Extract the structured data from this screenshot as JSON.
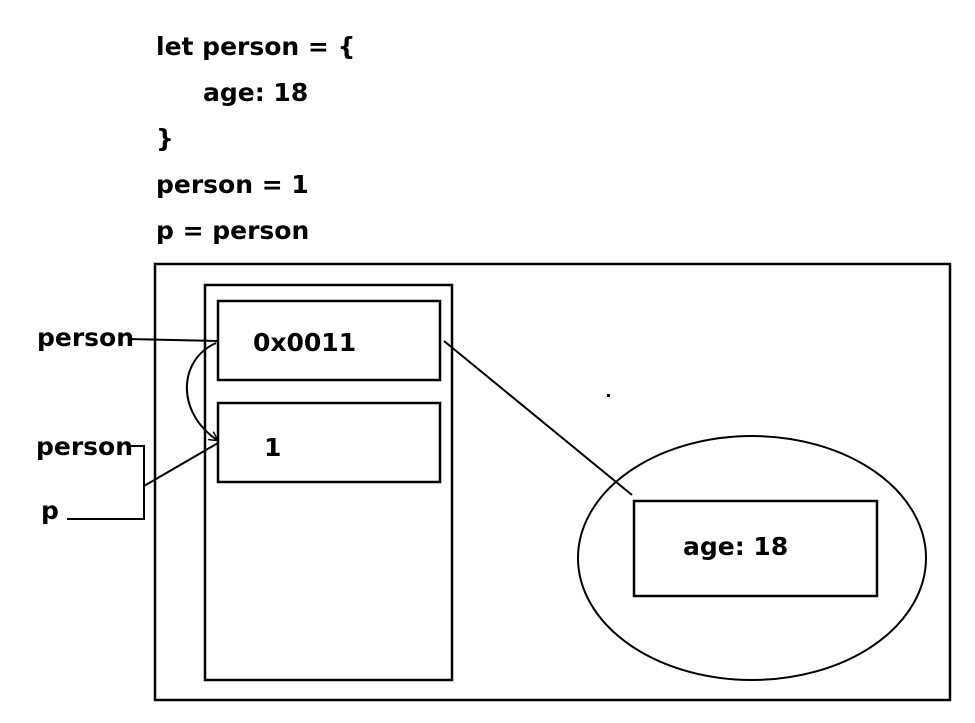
{
  "code": {
    "line1": "let person = {",
    "line2": "age: 18",
    "line3": "}",
    "line4": "person = 1",
    "line5": "p = person"
  },
  "stack": {
    "cell1_value": "0x0011",
    "cell2_value": "1"
  },
  "heap": {
    "object_value": "age: 18"
  },
  "variables": {
    "person_label_1": "person",
    "person_label_2": "person",
    "p_label": "p"
  },
  "colors": {
    "stroke": "#000000",
    "background": "#ffffff"
  }
}
